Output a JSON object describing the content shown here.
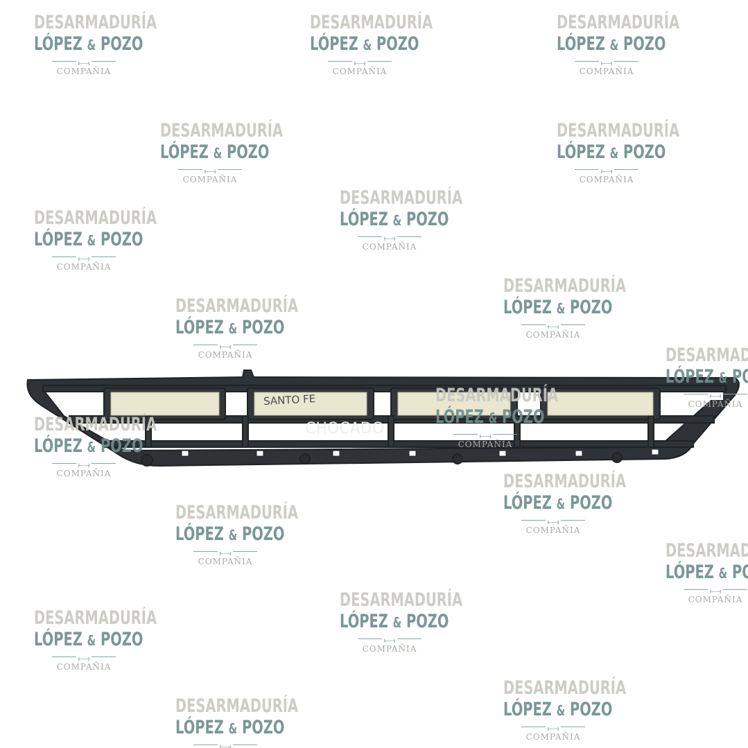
{
  "watermark": {
    "line1": "DESARMADURÍA",
    "line2a": "LÓPEZ",
    "line2amp": "&",
    "line2b": "POZO",
    "ornament": "⟝⟞",
    "line3": "COMPAÑIA",
    "colors": {
      "top": "#c9c8c2",
      "middle": "#6f8f8f",
      "bottom": "#a9a9a4"
    }
  },
  "product": {
    "name_icon": "front-bumper-lower-grille",
    "handwriting_1": "SANTO FE",
    "handwriting_2": "CHOCADO",
    "colors": {
      "frame": "#2e3236",
      "lamp": "#e8e6cf"
    }
  }
}
